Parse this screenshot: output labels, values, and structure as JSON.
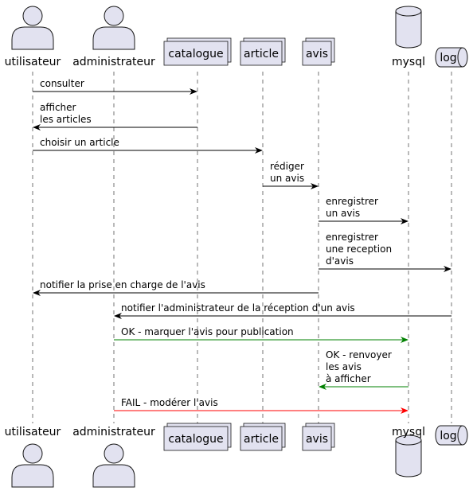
{
  "participants": [
    {
      "id": "utilisateur",
      "label": "utilisateur",
      "kind": "actor"
    },
    {
      "id": "administrateur",
      "label": "administrateur",
      "kind": "actor"
    },
    {
      "id": "catalogue",
      "label": "catalogue",
      "kind": "collections"
    },
    {
      "id": "article",
      "label": "article",
      "kind": "collections"
    },
    {
      "id": "avis",
      "label": "avis",
      "kind": "collections"
    },
    {
      "id": "mysql",
      "label": "mysql",
      "kind": "database"
    },
    {
      "id": "log",
      "label": "log",
      "kind": "queue"
    }
  ],
  "messages": [
    {
      "from": "utilisateur",
      "to": "catalogue",
      "lines": [
        "consulter"
      ],
      "color": "#000000"
    },
    {
      "from": "catalogue",
      "to": "utilisateur",
      "lines": [
        "afficher",
        "les articles"
      ],
      "color": "#000000"
    },
    {
      "from": "utilisateur",
      "to": "article",
      "lines": [
        "choisir un article"
      ],
      "color": "#000000"
    },
    {
      "from": "article",
      "to": "avis",
      "lines": [
        "rédiger",
        "un avis"
      ],
      "color": "#000000"
    },
    {
      "from": "avis",
      "to": "mysql",
      "lines": [
        "enregistrer",
        "un avis"
      ],
      "color": "#000000"
    },
    {
      "from": "avis",
      "to": "log",
      "lines": [
        "enregistrer",
        "une reception",
        "d'avis"
      ],
      "color": "#000000"
    },
    {
      "from": "avis",
      "to": "utilisateur",
      "lines": [
        "notifier la prise en charge de l'avis"
      ],
      "color": "#000000"
    },
    {
      "from": "log",
      "to": "administrateur",
      "lines": [
        "notifier l'administrateur de la réception d'un avis"
      ],
      "color": "#000000"
    },
    {
      "from": "administrateur",
      "to": "mysql",
      "lines": [
        "OK - marquer l'avis pour publication"
      ],
      "color": "#008000"
    },
    {
      "from": "mysql",
      "to": "avis",
      "lines": [
        "OK - renvoyer",
        "les avis",
        "à afficher"
      ],
      "color": "#008000"
    },
    {
      "from": "administrateur",
      "to": "mysql",
      "lines": [
        "FAIL - modérer l'avis"
      ],
      "color": "#ff0000"
    }
  ],
  "colors": {
    "participant_fill": "#e2e2f0",
    "participant_stroke": "#181818",
    "lifeline": "#181818"
  }
}
